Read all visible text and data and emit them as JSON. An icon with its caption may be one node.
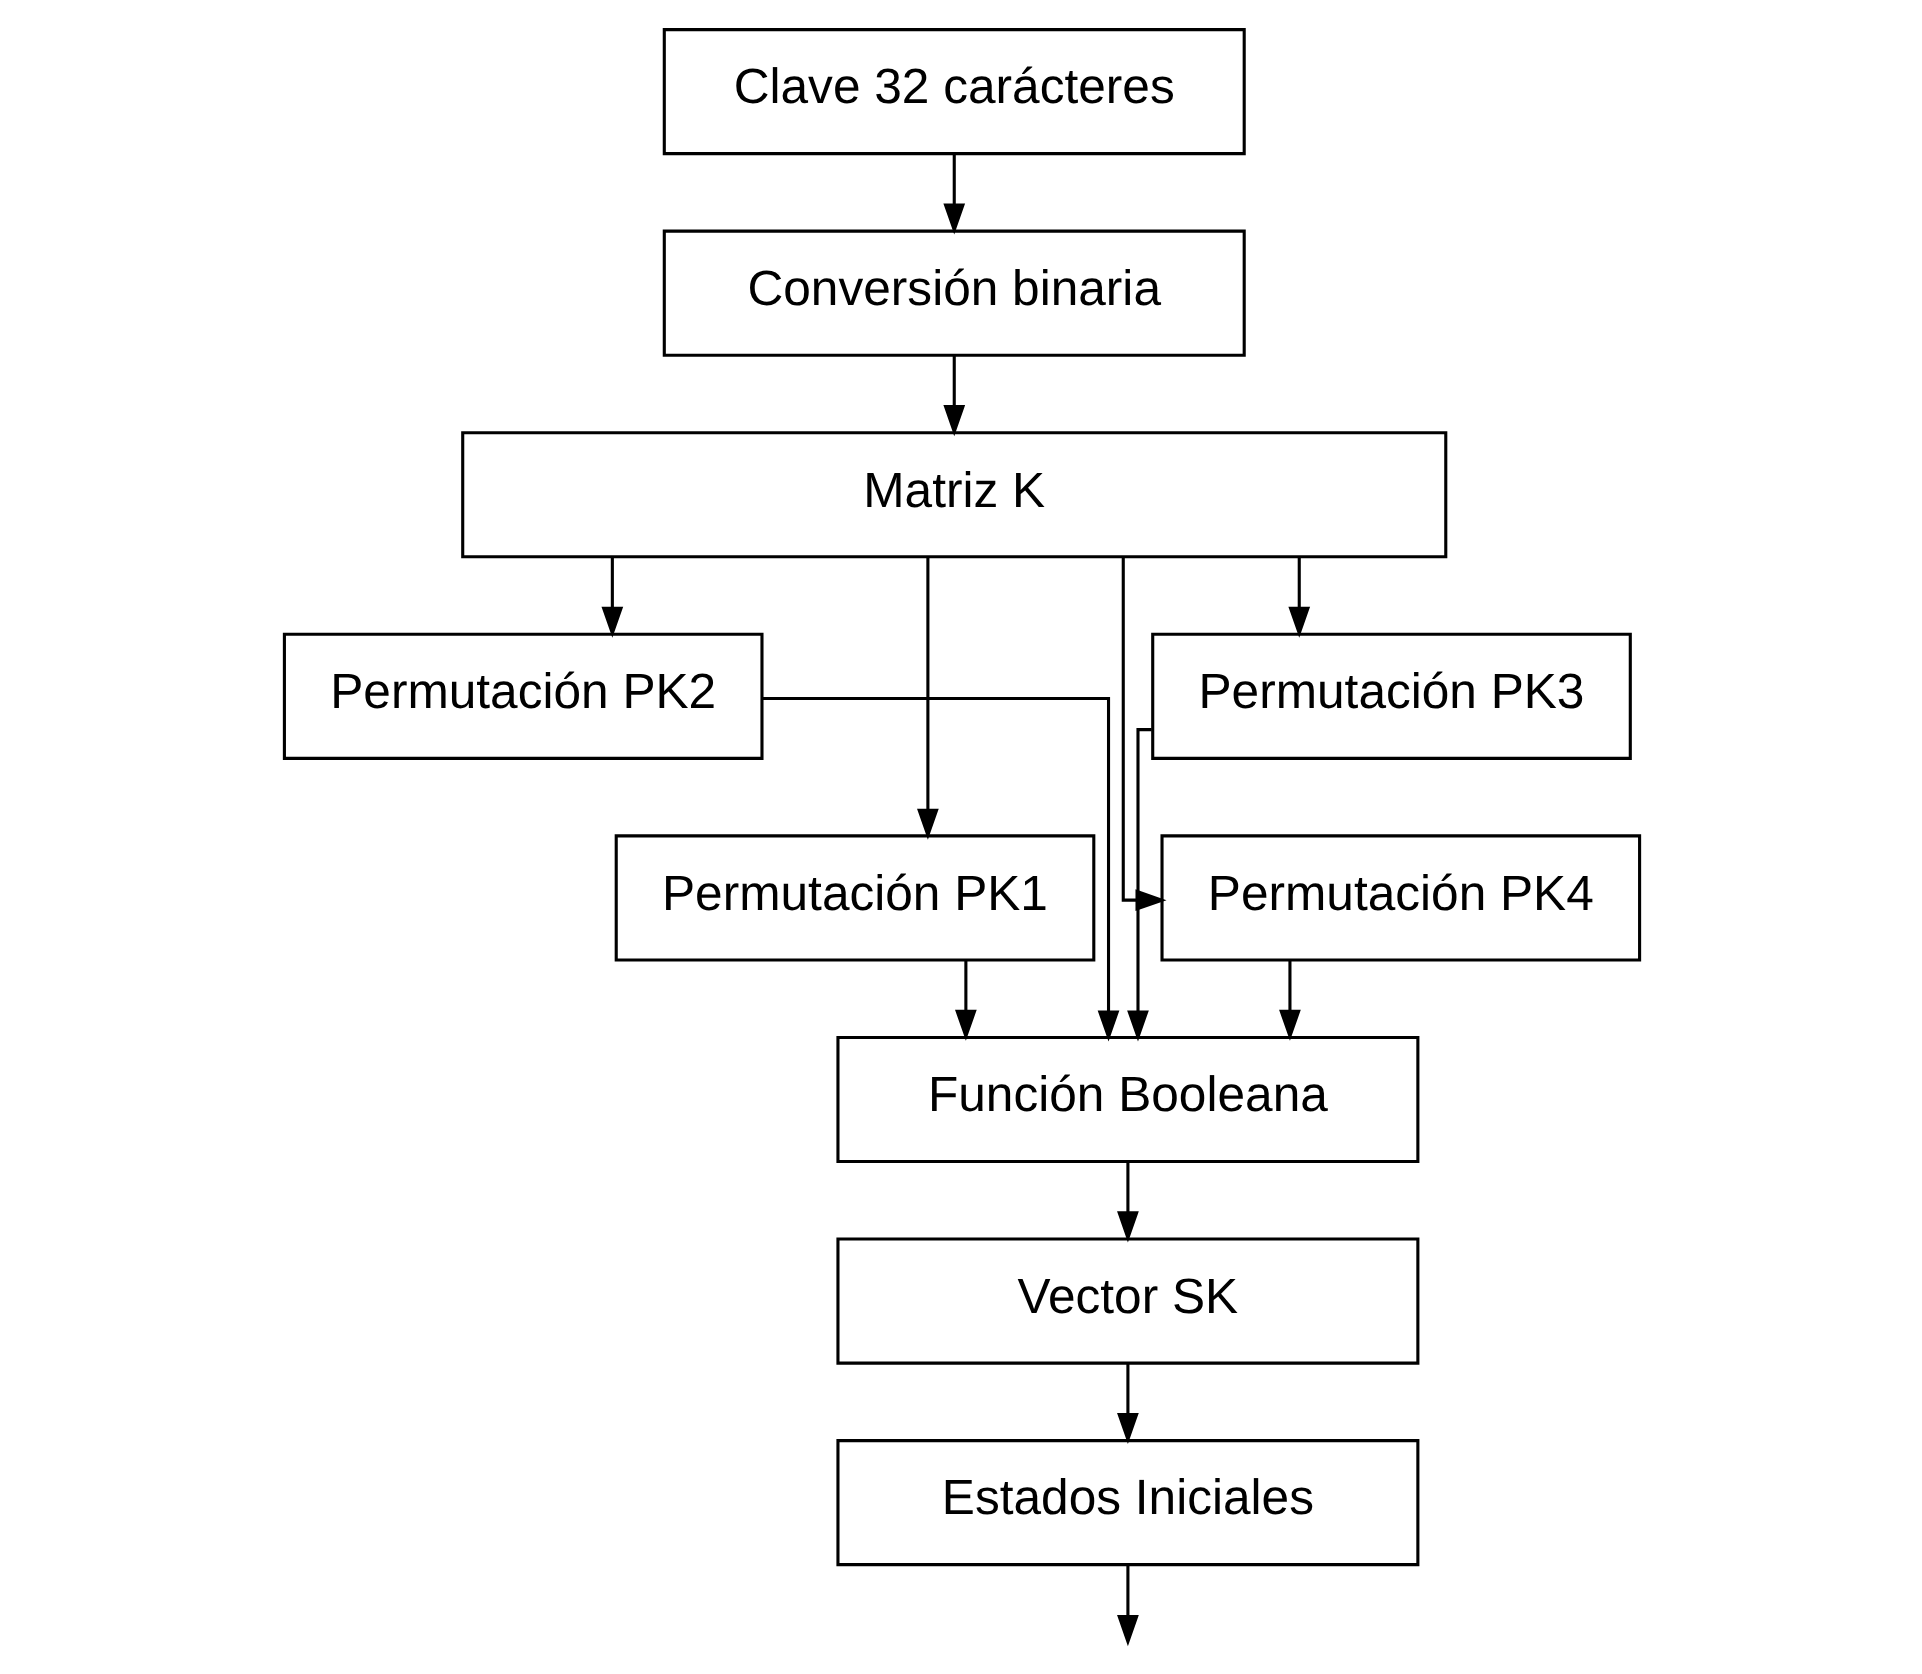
{
  "diagram": {
    "nodes": [
      {
        "text": [
          "Clave 32 carácteres"
        ]
      },
      {
        "text": [
          "Conversión binaria"
        ]
      },
      {
        "text": [
          "Matriz K"
        ]
      },
      {
        "text": [
          "Permutación PK2"
        ]
      },
      {
        "text": [
          "Permutación PK3"
        ]
      },
      {
        "text": [
          "Permutación PK1"
        ]
      },
      {
        "text": [
          "Permutación PK4"
        ]
      },
      {
        "text": [
          "Función Booleana"
        ]
      },
      {
        "text": [
          "Vector SK"
        ]
      },
      {
        "text": [
          "Estados Iniciales"
        ]
      }
    ],
    "edges": [
      {
        "from": 0,
        "to": 1,
        "arrow": "to"
      },
      {
        "from": 1,
        "to": 2,
        "arrow": "to"
      },
      {
        "from": 2,
        "to": 5,
        "arrow": "to"
      },
      {
        "from": 2,
        "to": 3,
        "arrow": "to"
      },
      {
        "from": 2,
        "to": 4,
        "arrow": "to"
      },
      {
        "from": 2,
        "to": 6,
        "arrow": "to"
      },
      {
        "from": 5,
        "to": 7,
        "arrow": "to"
      },
      {
        "from": 3,
        "to": 7,
        "arrow": "to"
      },
      {
        "from": 4,
        "to": 7,
        "arrow": "to"
      },
      {
        "from": 6,
        "to": 7,
        "arrow": "to"
      },
      {
        "from": 7,
        "to": 8,
        "arrow": "to"
      },
      {
        "from": 8,
        "to": 9,
        "arrow": "to"
      },
      {
        "from": 9,
        "to": null,
        "arrow": "to"
      }
    ]
  }
}
